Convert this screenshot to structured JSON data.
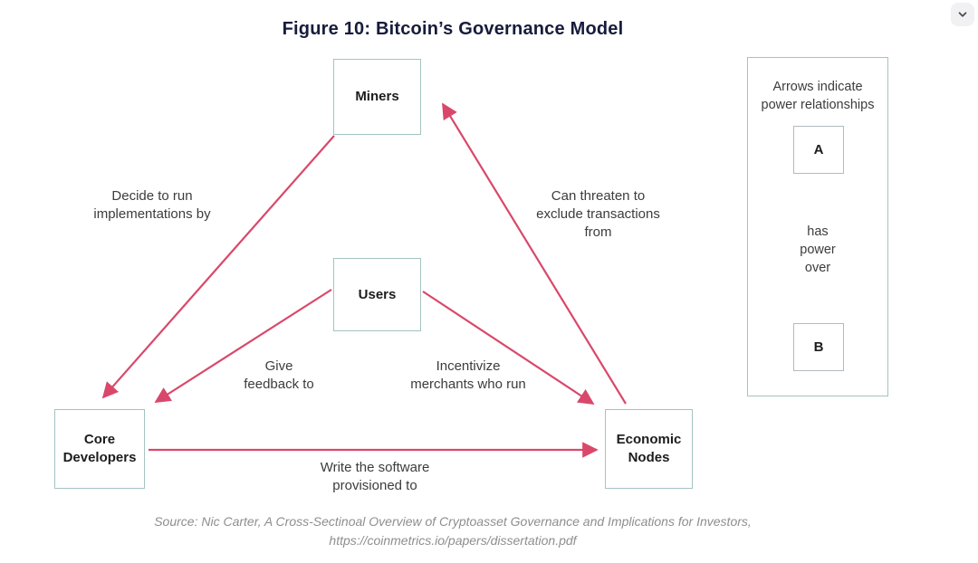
{
  "title": "Figure 10: Bitcoin’s Governance Model",
  "window": {
    "collapse_icon": "chevron-down"
  },
  "nodes": {
    "miners": "Miners",
    "users": "Users",
    "core_developers": "Core\nDevelopers",
    "economic_nodes": "Economic\nNodes"
  },
  "edges": [
    {
      "from": "Miners",
      "to": "Core Developers",
      "label": "Decide to run\nimplementations by"
    },
    {
      "from": "Economic Nodes",
      "to": "Miners",
      "label": "Can threaten to\nexclude transactions\nfrom"
    },
    {
      "from": "Users",
      "to": "Core Developers",
      "label": "Give\nfeedback to"
    },
    {
      "from": "Users",
      "to": "Economic Nodes",
      "label": "Incentivize\nmerchants who run"
    },
    {
      "from": "Core Developers",
      "to": "Economic Nodes",
      "label": "Write the software\nprovisioned to"
    }
  ],
  "legend": {
    "title": "Arrows indicate\npower relationships",
    "node_a": "A",
    "relation": "has\npower\nover",
    "node_b": "B"
  },
  "source": {
    "line1": "Source: Nic Carter, A Cross-Sectinoal Overview of Cryptoasset Governance and Implications for Investors,",
    "line2": "https://coinmetrics.io/papers/dissertation.pdf"
  },
  "colors": {
    "arrow": "#d9486b",
    "box_border": "#a4c4c0",
    "legend_node_border": "#b3bbc1",
    "title_text": "#171c3b",
    "label_text": "#3c3c3c",
    "node_text": "#1c1c1c",
    "source_text": "#8e8e8e"
  }
}
